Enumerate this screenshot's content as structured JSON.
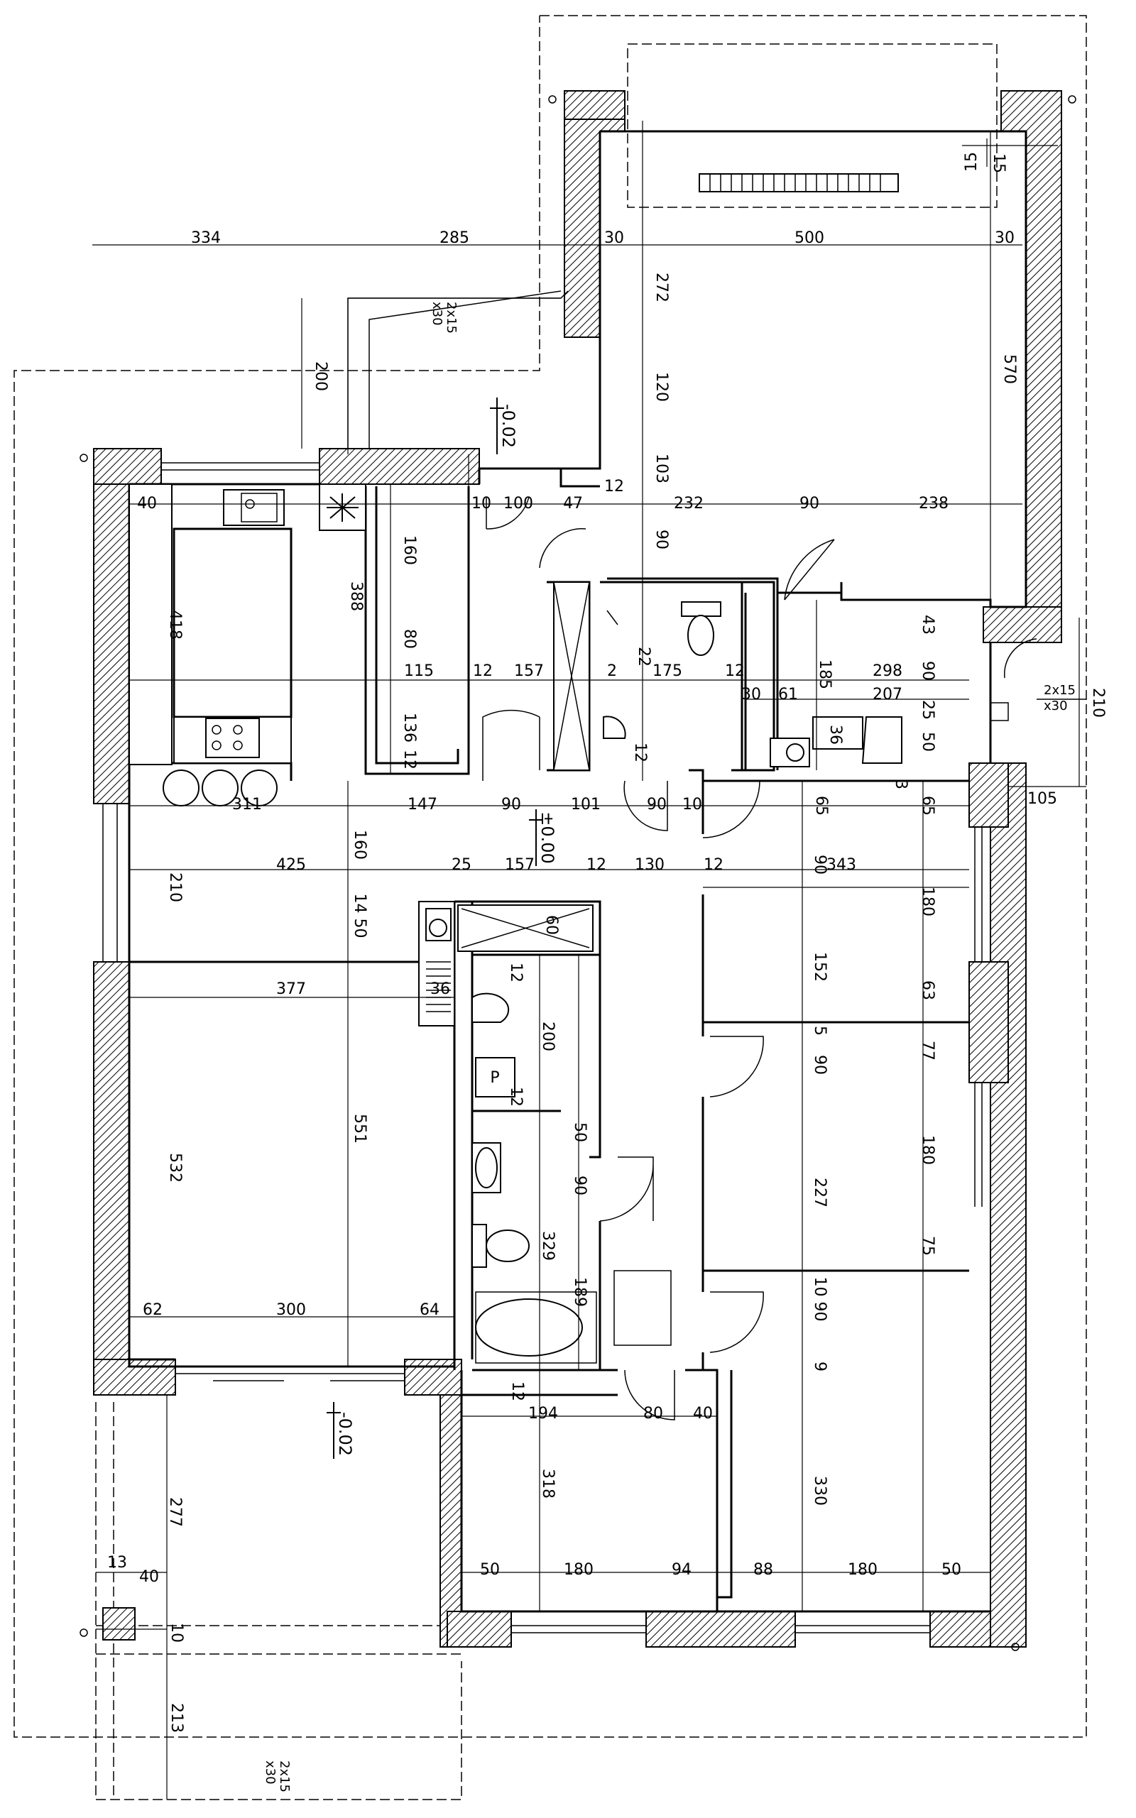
{
  "dims": {
    "d334": "334",
    "d285": "285",
    "d30a": "30",
    "d500": "500",
    "d30b": "30",
    "d272": "272",
    "d120": "120",
    "d103": "103",
    "d570": "570",
    "d200top": "200",
    "d40k": "40",
    "d10": "10",
    "d100": "100",
    "d47": "47",
    "d12a": "12",
    "d232": "232",
    "d90a": "90",
    "d238": "238",
    "d160k": "160",
    "d388": "388",
    "d418": "418",
    "d80a": "80",
    "d136": "136",
    "d12b": "12",
    "d115": "115",
    "d12c": "12",
    "d157a": "157",
    "d2": "2",
    "d175": "175",
    "d12d": "12",
    "d185": "185",
    "d298": "298",
    "d22": "22",
    "d90b": "90",
    "d43": "43",
    "d30c": "30",
    "d61": "61",
    "d207": "207",
    "d25a": "25",
    "d50a": "50",
    "d36a": "36",
    "d12e": "12",
    "d210r": "210",
    "d105": "105",
    "d311": "311",
    "d147": "147",
    "d90c": "90",
    "d101": "101",
    "d90d": "90",
    "d10b": "10",
    "d65a": "65",
    "d65b": "65",
    "d3": "3",
    "d160": "160",
    "d210l": "210",
    "d425": "425",
    "d25b": "25",
    "d157b": "157",
    "d12f": "12",
    "d130": "130",
    "d12g": "12",
    "d90e": "90",
    "d343": "343",
    "d180a": "180",
    "d1450": "14 50",
    "d60": "60",
    "d377": "377",
    "d36b": "36",
    "d12h": "12",
    "d152": "152",
    "d63": "63",
    "d200": "200",
    "d5": "5",
    "d90f": "90",
    "d77": "77",
    "d12i": "12",
    "d50b": "50",
    "d90g": "90",
    "d551": "551",
    "d532": "532",
    "d180b": "180",
    "d227": "227",
    "d329": "329",
    "d75": "75",
    "d189": "189",
    "d1090": "10 90",
    "d62": "62",
    "d300": "300",
    "d64": "64",
    "d9": "9",
    "d12j": "12",
    "d194": "194",
    "d80b": "80",
    "d40a": "40",
    "d318": "318",
    "d330": "330",
    "d277": "277",
    "d13": "13",
    "d40b": "40",
    "d50c": "50",
    "d180c": "180",
    "d94": "94",
    "d88": "88",
    "d180d": "180",
    "d50d": "50",
    "d10c": "10",
    "d213": "213",
    "d15a": "15",
    "d15b": "15"
  },
  "levels": {
    "entry": "-0.02",
    "main": "±0.00",
    "terrace": "-0.02"
  },
  "window_notes": {
    "top": "2x15\nx30",
    "right": "2x15\nx30",
    "bottom": "2x15\nx30"
  },
  "fixtures": {
    "pantry_label": "P"
  }
}
